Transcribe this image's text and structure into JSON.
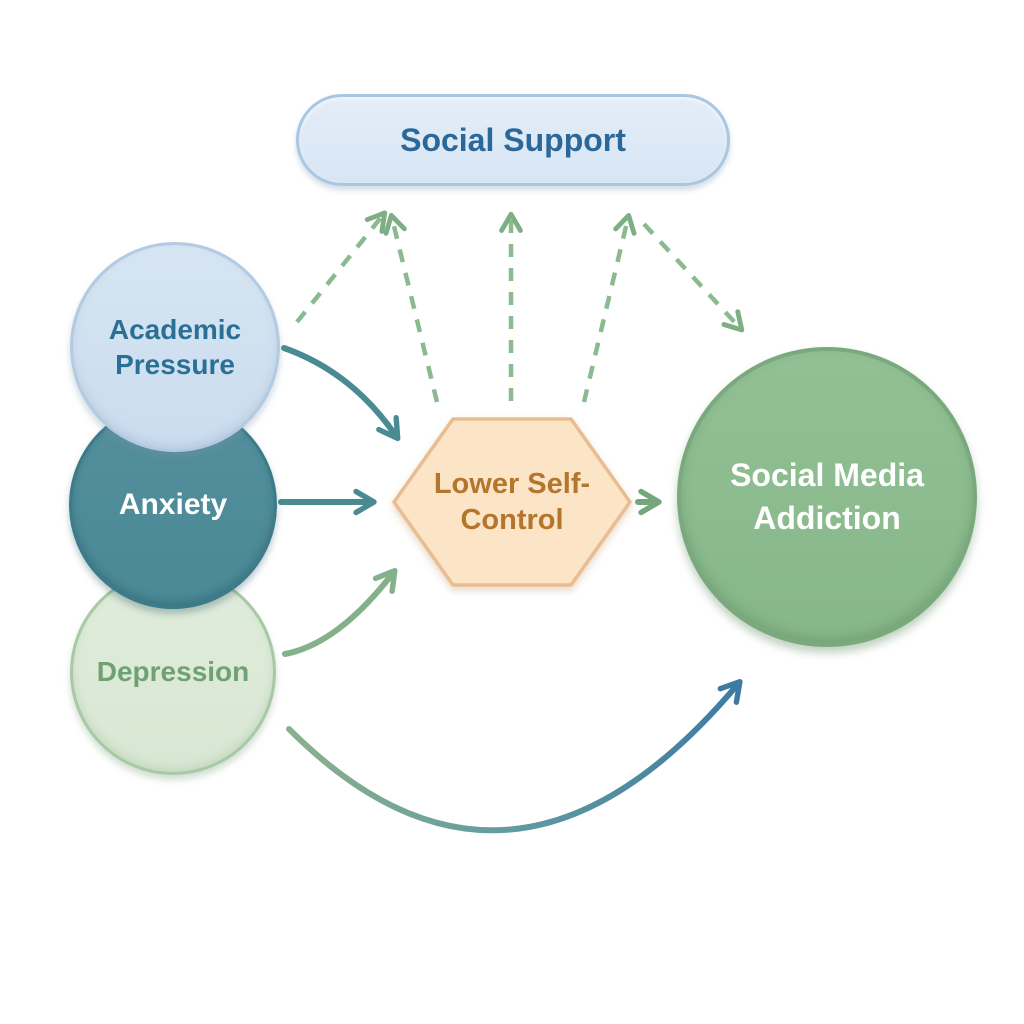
{
  "diagram": {
    "background_color": "#ffffff",
    "nodes": {
      "social_support": {
        "label": "Social Support",
        "shape": "rounded-rectangle",
        "fill": "#dce9f5",
        "border_color": "#a9c7e2",
        "text_color": "#2b6899"
      },
      "academic_pressure": {
        "label": "Academic Pressure",
        "shape": "circle",
        "fill": "#cfe0ef",
        "border_color": "#b3cbe2",
        "text_color": "#2c6f96"
      },
      "anxiety": {
        "label": "Anxiety",
        "shape": "circle",
        "fill": "#4e8d99",
        "border_color": "#3c7b8a",
        "text_color": "#ffffff"
      },
      "depression": {
        "label": "Depression",
        "shape": "circle",
        "fill": "#dde9d8",
        "border_color": "#a7c9a4",
        "text_color": "#6fa173"
      },
      "lower_self_control": {
        "label": "Lower Self-Control",
        "shape": "hexagon",
        "fill": "#fce4c6",
        "border_color": "#e9bd92",
        "text_color": "#b4752c"
      },
      "social_media_addiction": {
        "label": "Social Media Addiction",
        "shape": "circle",
        "fill": "#8cbd8e",
        "border_color": "#7aa97d",
        "text_color": "#ffffff"
      }
    },
    "edges": [
      {
        "id": "academic-to-self-control",
        "from": "academic_pressure",
        "to": "lower_self_control",
        "style": "solid",
        "color": "#4a8a93"
      },
      {
        "id": "anxiety-to-self-control",
        "from": "anxiety",
        "to": "lower_self_control",
        "style": "solid",
        "color": "#4a8a93"
      },
      {
        "id": "depression-to-self-control",
        "from": "depression",
        "to": "lower_self_control",
        "style": "solid",
        "color": "#85b18a"
      },
      {
        "id": "self-control-to-addiction",
        "from": "lower_self_control",
        "to": "social_media_addiction",
        "style": "solid",
        "color": "#74a87c"
      },
      {
        "id": "depression-to-addiction-direct",
        "from": "depression",
        "to": "social_media_addiction",
        "style": "solid-gradient",
        "color_start": "#8ab18e",
        "color_mid": "#5f99a0",
        "color_end": "#3e7ba3"
      },
      {
        "id": "academic-to-social-support",
        "from": "academic_pressure",
        "to": "social_support",
        "style": "dashed",
        "color": "#8cba90"
      },
      {
        "id": "self-control-to-social-support-left",
        "from": "lower_self_control",
        "to": "social_support",
        "style": "dashed",
        "color": "#8cba90"
      },
      {
        "id": "self-control-to-social-support-middle",
        "from": "lower_self_control",
        "to": "social_support",
        "style": "dashed",
        "color": "#8cba90"
      },
      {
        "id": "self-control-to-social-support-right",
        "from": "lower_self_control",
        "to": "social_support",
        "style": "dashed",
        "color": "#8cba90"
      },
      {
        "id": "social-support-to-addiction",
        "from": "social_support",
        "to": "social_media_addiction",
        "style": "dashed",
        "color": "#8cba90"
      }
    ]
  }
}
